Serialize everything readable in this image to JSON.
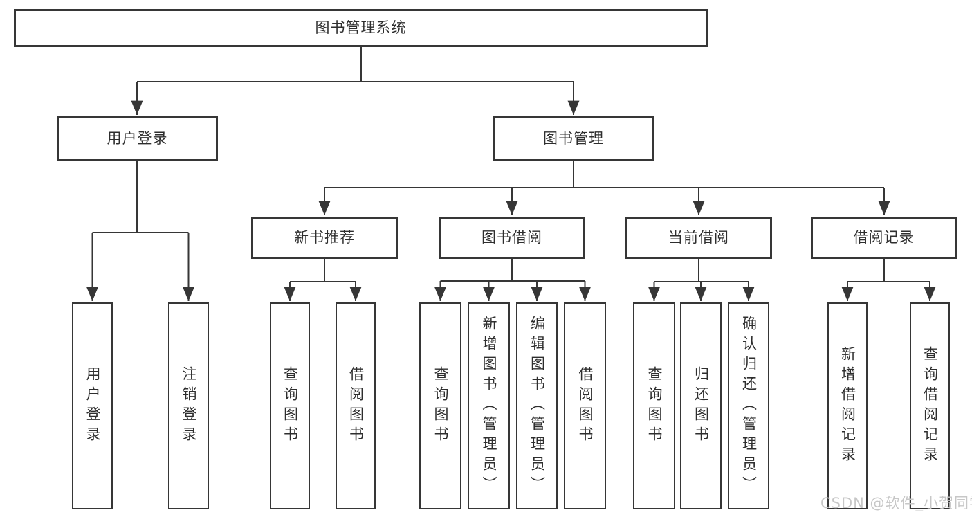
{
  "colors": {
    "line": "#363636",
    "box_border": "#363636",
    "text": "#2e2e2e",
    "background": "#ffffff",
    "watermark": "#c7c7c7"
  },
  "tree": {
    "root": {
      "label": "图书管理系统"
    },
    "level2": [
      {
        "label": "用户登录",
        "children": [
          {
            "label": "用户登录"
          },
          {
            "label": "注销登录"
          }
        ]
      },
      {
        "label": "图书管理",
        "children": [
          {
            "label": "新书推荐",
            "children": [
              {
                "label": "查询图书"
              },
              {
                "label": "借阅图书"
              }
            ]
          },
          {
            "label": "图书借阅",
            "children": [
              {
                "label": "查询图书"
              },
              {
                "label": "新增图书（管理员）"
              },
              {
                "label": "编辑图书（管理员）"
              },
              {
                "label": "借阅图书"
              }
            ]
          },
          {
            "label": "当前借阅",
            "children": [
              {
                "label": "查询图书"
              },
              {
                "label": "归还图书"
              },
              {
                "label": "确认归还（管理员）"
              }
            ]
          },
          {
            "label": "借阅记录",
            "children": [
              {
                "label": "新增借阅记录"
              },
              {
                "label": "查询借阅记录"
              }
            ]
          }
        ]
      }
    ]
  },
  "watermark": "CSDN @软件_小贺同学"
}
